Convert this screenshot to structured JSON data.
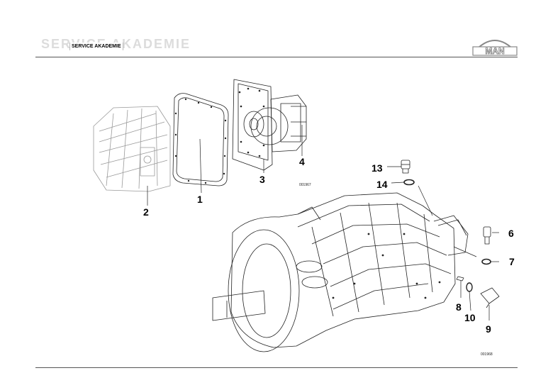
{
  "header": {
    "ghost_title": "SERVICE AKADEMIE",
    "badge_label": "SERVICE AKADEMIE",
    "logo_text": "MAN"
  },
  "figure_numbers": {
    "upper": "001967",
    "lower": "001968"
  },
  "callouts": {
    "c1": "1",
    "c2": "2",
    "c3": "3",
    "c4": "4",
    "c6": "6",
    "c7": "7",
    "c8": "8",
    "c9": "9",
    "c10": "10",
    "c13": "13",
    "c14": "14"
  },
  "colors": {
    "line": "#222222",
    "header_ghost": "#dcdcdc",
    "rule": "#555555"
  }
}
